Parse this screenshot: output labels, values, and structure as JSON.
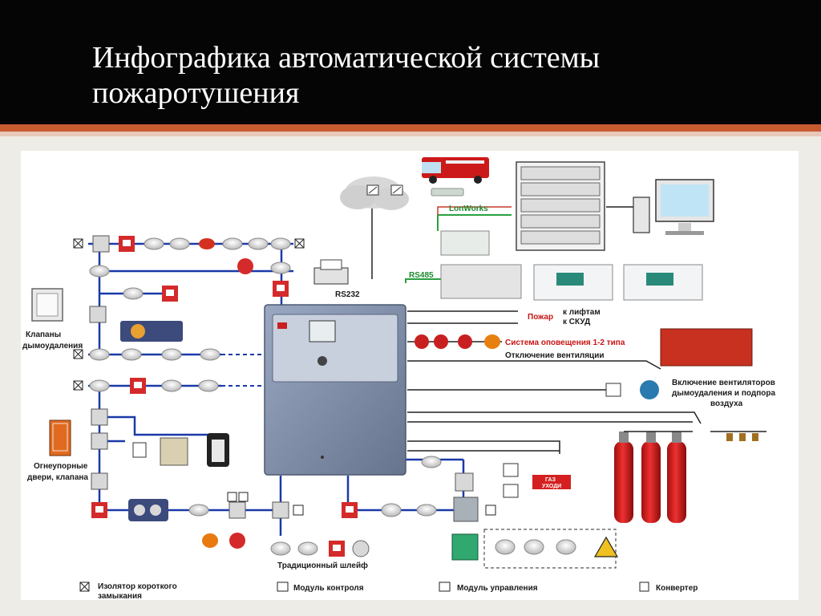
{
  "slide": {
    "title_line1": "Инфографика автоматической системы",
    "title_line2": "пожаротушения"
  },
  "diagram": {
    "labels": {
      "lonworks": "LonWorks",
      "rs485": "RS485",
      "rs232": "RS232",
      "valves": "Клапаны",
      "smoke_removal": "дымоудаления",
      "fire": "Пожар",
      "to_elevators": "к лифтам",
      "to_acs": "к СКУД",
      "alert_system": "Система оповещения 1-2 типа",
      "vent_off": "Отключение вентиляции",
      "fans_on_1": "Включение вентиляторов",
      "fans_on_2": "дымоудаления и подпора",
      "fans_on_3": "воздуха",
      "fire_doors_1": "Огнеупорные",
      "fire_doors_2": "двери, клапана",
      "gas_sign_1": "ГАЗ",
      "gas_sign_2": "УХОДИ",
      "traditional_loop": "Традиционный шлейф"
    },
    "legend": [
      {
        "icon": "short-circuit-isolator-icon",
        "text": "Изолятор короткого",
        "text2": "замыкания"
      },
      {
        "icon": "control-module-icon",
        "text": "Модуль контроля",
        "text2": ""
      },
      {
        "icon": "management-module-icon",
        "text": "Модуль управления",
        "text2": ""
      },
      {
        "icon": "converter-icon",
        "text": "Конвертер",
        "text2": ""
      }
    ],
    "colors": {
      "loop_wire": "#1a3aa8",
      "network_wire": "#2aa040",
      "alert_text": "#c81414",
      "panel_body": "#7c8aa6",
      "extinguisher": "#d42020"
    }
  }
}
